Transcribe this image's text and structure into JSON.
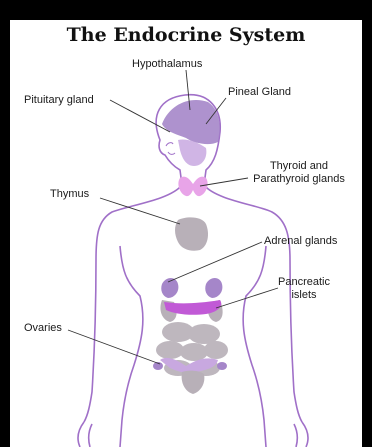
{
  "title": "The Endocrine System",
  "labels": {
    "hypothalamus": "Hypothalamus",
    "pineal": "Pineal Gland",
    "pituitary": "Pituitary gland",
    "thyroid_line1": "Thyroid and",
    "thyroid_line2": "Parathyroid glands",
    "thymus": "Thymus",
    "adrenal": "Adrenal glands",
    "pancreatic_line1": "Pancreatic",
    "pancreatic_line2": "islets",
    "ovaries": "Ovaries"
  },
  "colors": {
    "outline": "#a070c8",
    "gland": "#a586c9",
    "gland_light": "#c8a8e0",
    "thyroid": "#e8a4e8",
    "organ_gray": "#b8b0b8",
    "leader": "#333333",
    "background": "#000000",
    "panel": "#ffffff"
  }
}
